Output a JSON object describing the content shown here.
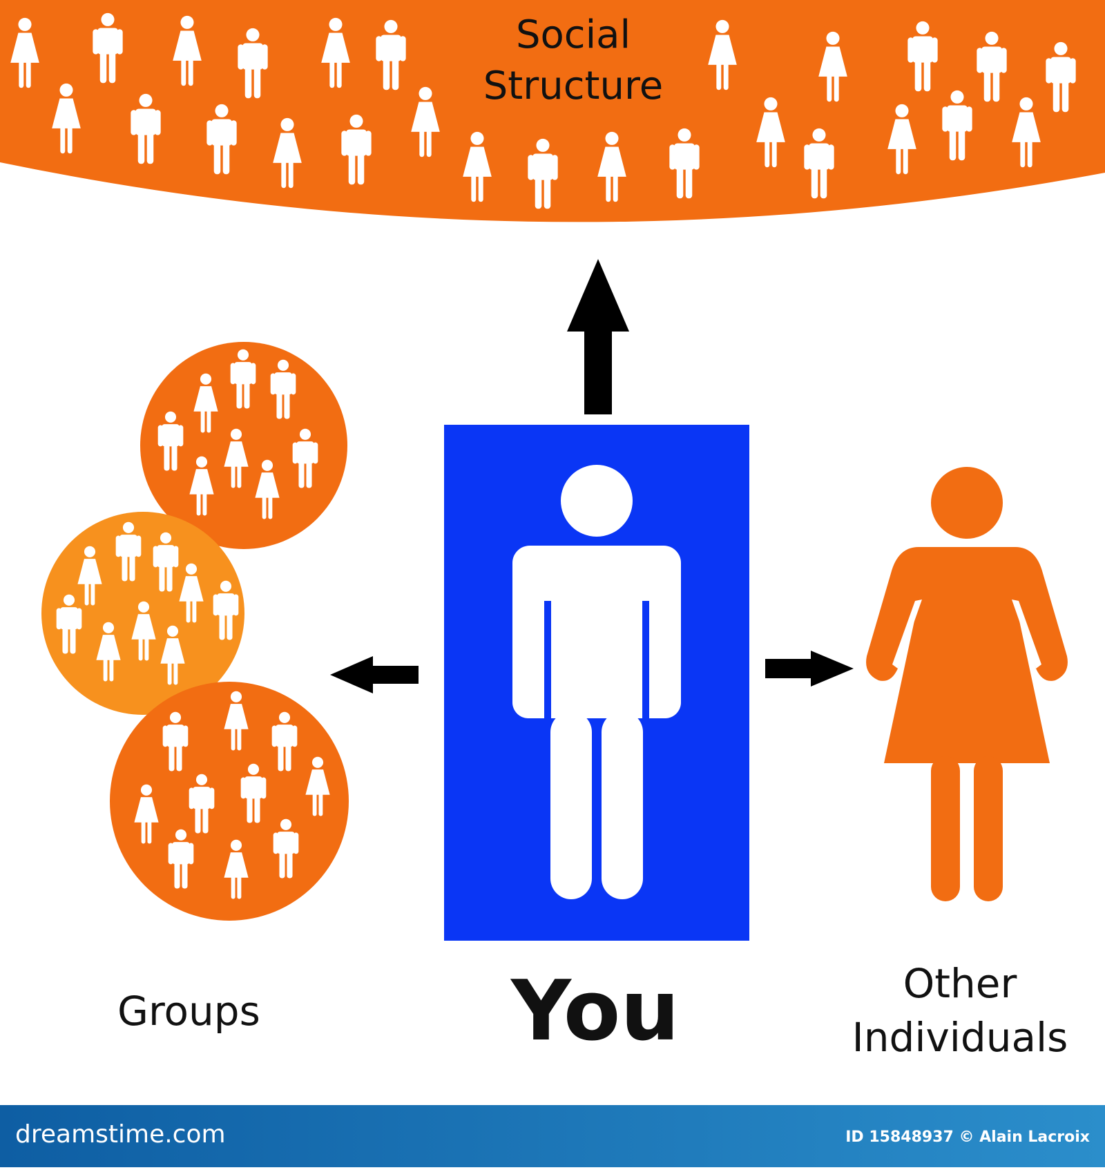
{
  "title_line1": "Social",
  "title_line2": "Structure",
  "labels": {
    "groups": "Groups",
    "you": "You",
    "other_line1": "Other",
    "other_line2": "Individuals"
  },
  "footer": {
    "site": "dreamstime.com",
    "credit": "ID 15848937 © Alain Lacroix"
  },
  "colors": {
    "orange": "#f26d12",
    "orange_light": "#f7911e",
    "blue": "#0a36f5",
    "black": "#000000",
    "white": "#ffffff"
  },
  "icons": [
    "person-icon",
    "arrow-up-icon",
    "arrow-left-icon",
    "arrow-right-icon",
    "dreamstime-logo"
  ]
}
